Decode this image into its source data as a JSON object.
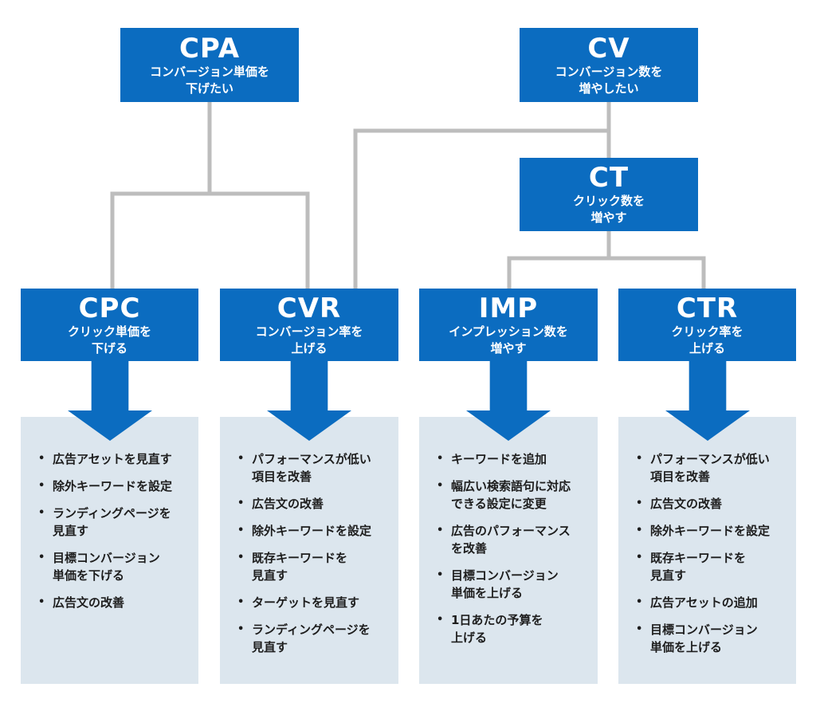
{
  "nodes": {
    "cpa": {
      "abbr": "CPA",
      "desc_lines": [
        "コンバージョン単価を",
        "下げたい"
      ]
    },
    "cv": {
      "abbr": "CV",
      "desc_lines": [
        "コンバージョン数を",
        "増やしたい"
      ]
    },
    "ct": {
      "abbr": "CT",
      "desc_lines": [
        "クリック数を",
        "増やす"
      ]
    },
    "cpc": {
      "abbr": "CPC",
      "desc_lines": [
        "クリック単価を",
        "下げる"
      ]
    },
    "cvr": {
      "abbr": "CVR",
      "desc_lines": [
        "コンバージョン率を",
        "上げる"
      ]
    },
    "imp": {
      "abbr": "IMP",
      "desc_lines": [
        "インプレッション数を",
        "増やす"
      ]
    },
    "ctr": {
      "abbr": "CTR",
      "desc_lines": [
        "クリック率を",
        "上げる"
      ]
    }
  },
  "actions": {
    "cpc": [
      [
        "広告アセットを見直す"
      ],
      [
        "除外キーワードを設定"
      ],
      [
        "ランディングページを",
        "見直す"
      ],
      [
        "目標コンバージョン",
        "単価を下げる"
      ],
      [
        "広告文の改善"
      ]
    ],
    "cvr": [
      [
        "パフォーマンスが低い",
        "項目を改善"
      ],
      [
        "広告文の改善"
      ],
      [
        "除外キーワードを設定"
      ],
      [
        "既存キーワードを",
        "見直す"
      ],
      [
        "ターゲットを見直す"
      ],
      [
        "ランディングページを",
        "見直す"
      ]
    ],
    "imp": [
      [
        "キーワードを追加"
      ],
      [
        "幅広い検索語句に対応",
        "できる設定に変更"
      ],
      [
        "広告のパフォーマンス",
        "を改善"
      ],
      [
        "目標コンバージョン",
        "単価を上げる"
      ],
      [
        "1日あたの予算を",
        "上げる"
      ]
    ],
    "ctr": [
      [
        "パフォーマンスが低い",
        "項目を改善"
      ],
      [
        "広告文の改善"
      ],
      [
        "除外キーワードを設定"
      ],
      [
        "既存キーワードを",
        "見直す"
      ],
      [
        "広告アセットの追加"
      ],
      [
        "目標コンバージョン",
        "単価を上げる"
      ]
    ]
  },
  "colors": {
    "node_fill": "#0b6cc0",
    "node_text": "#ffffff",
    "panel_fill": "#dce6ee",
    "connector": "#bdbdbd",
    "item_text": "#1d1d1d"
  }
}
